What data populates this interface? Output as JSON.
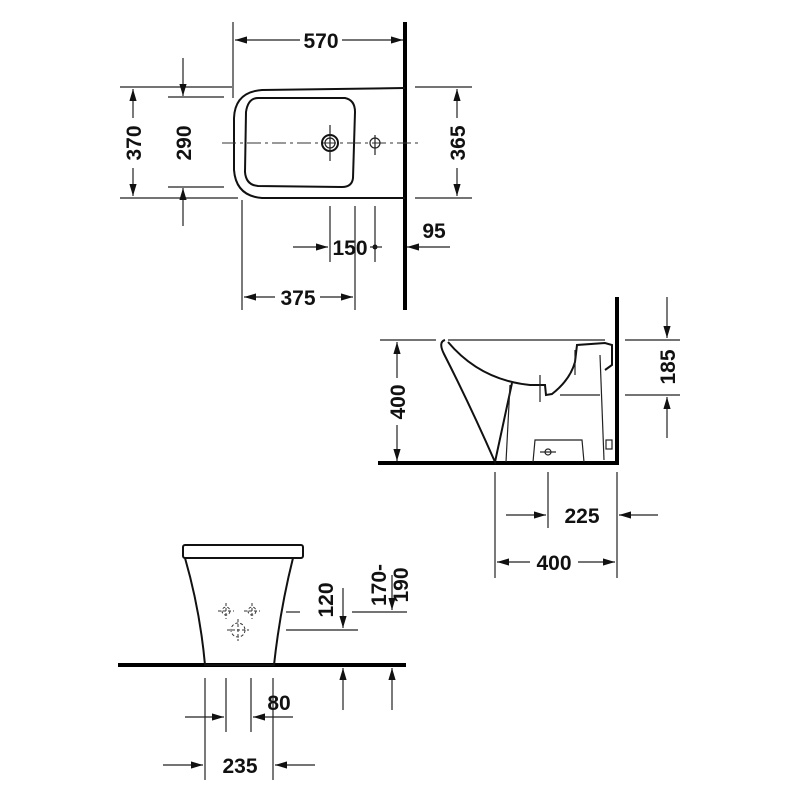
{
  "drawing": {
    "top_view": {
      "width_total": "570",
      "depth_outer": "370",
      "depth_inner": "290",
      "depth_wall": "365",
      "drain_to_tap": "150",
      "tap_to_wall": "95",
      "front_to_drain": "375"
    },
    "side_view": {
      "height": "400",
      "supply_height": "185",
      "drain_from_wall": "225",
      "footprint_depth": "400"
    },
    "front_view": {
      "supply_offset": "120",
      "supply_range_a": "170-",
      "supply_range_b": "190",
      "hole_spacing": "80",
      "base_width": "235"
    },
    "colors": {
      "line": "#111111",
      "background": "#ffffff"
    }
  }
}
